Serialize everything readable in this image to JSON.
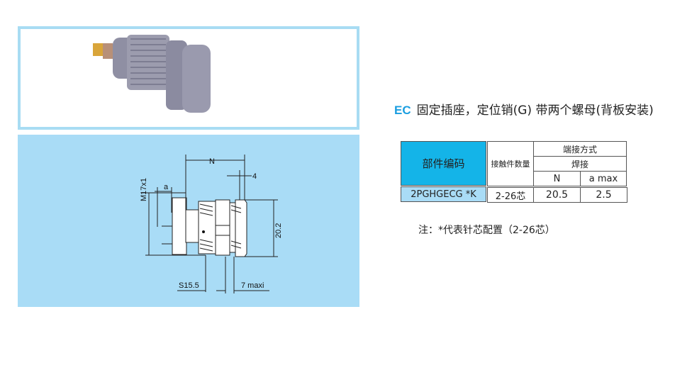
{
  "title": {
    "code": "EC",
    "text": "固定插座，定位销(G) 带两个螺母(背板安装)"
  },
  "table": {
    "part_code_header": "部件编码",
    "contacts_header": "接触件数量",
    "termination_header": "端接方式",
    "termination_type": "焊接",
    "col_n": "N",
    "col_a": "a max",
    "row": {
      "part_code": "2PGHGECG *K",
      "contacts": "2-26芯",
      "n": "20.5",
      "a": "2.5"
    }
  },
  "note": "注：*代表针芯配置（2-26芯）",
  "drawing": {
    "label_n": "N",
    "label_4": "4",
    "label_a": "a",
    "label_m17": "M17x1",
    "label_20_2": "20.2",
    "label_s15_5": "S15.5",
    "label_7max": "7 maxi"
  },
  "colors": {
    "accent": "#1a9ee0",
    "header_bg": "#14b4e8",
    "row_bg": "#a9dcf6",
    "panel_bg": "#a9dcf6"
  }
}
